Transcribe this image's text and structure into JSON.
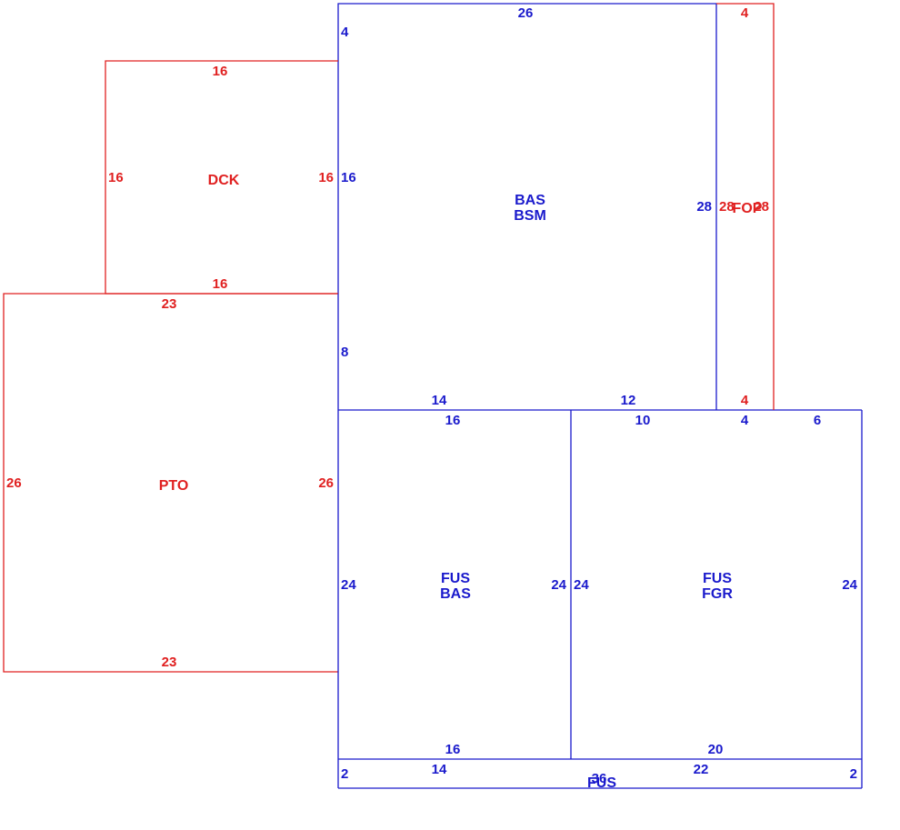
{
  "colors": {
    "living": "#1a1acc",
    "exterior": "#e02020"
  },
  "areas": {
    "bas_bsm": {
      "line1": "BAS",
      "line2": "BSM"
    },
    "fop": {
      "label": "FOP"
    },
    "dck": {
      "label": "DCK"
    },
    "pto": {
      "label": "PTO"
    },
    "fus_bas": {
      "line1": "FUS",
      "line2": "BAS"
    },
    "fus_fgr": {
      "line1": "FUS",
      "line2": "FGR"
    },
    "fus_strip": {
      "label": "FUS"
    }
  },
  "dimensions": {
    "bas_top": "26",
    "bas_left_top": "4",
    "bas_left_mid": "16",
    "bas_left_low": "8",
    "bas_right": "28",
    "bas_bottom_left": "14",
    "bas_bottom_right": "12",
    "fop_top": "4",
    "fop_left": "28",
    "fop_right": "28",
    "fop_bottom": "4",
    "dck_top": "16",
    "dck_left": "16",
    "dck_right": "16",
    "dck_bottom": "16",
    "pto_top": "23",
    "pto_left": "26",
    "pto_right": "26",
    "pto_bottom": "23",
    "fusbas_top": "16",
    "fusbas_left": "24",
    "fusbas_right": "24",
    "fusbas_bottom": "16",
    "fusfgr_top_a": "10",
    "fusfgr_top_b": "4",
    "fusfgr_top_c": "6",
    "fusfgr_left": "24",
    "fusfgr_right": "24",
    "fusfgr_bottom": "20",
    "strip_left": "2",
    "strip_right": "2",
    "strip_top_a": "14",
    "strip_top_b": "22",
    "strip_bottom": "36"
  }
}
